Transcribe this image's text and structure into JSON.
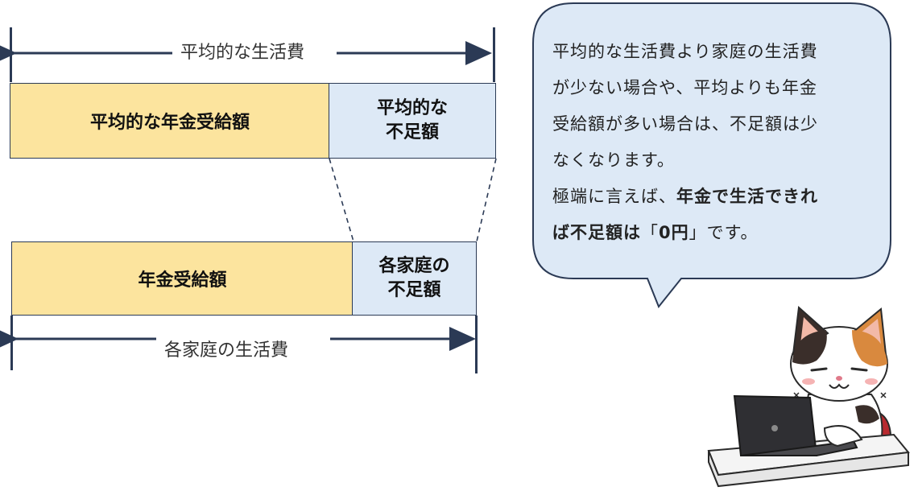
{
  "diagram": {
    "top_span_label": "平均的な生活費",
    "average_pension_label": "平均的な年金受給額",
    "average_shortfall_label_line1": "平均的な",
    "average_shortfall_label_line2": "不足額",
    "household_pension_label": "年金受給額",
    "household_shortfall_label_line1": "各家庭の",
    "household_shortfall_label_line2": "不足額",
    "bottom_span_label": "各家庭の生活費"
  },
  "speech_bubble": {
    "line1": "平均的な生活費より家庭の生活費",
    "line2": "が少ない場合や、平均よりも年金",
    "line3": "受給額が多い場合は、不足額は少",
    "line4": "なくなります。",
    "line5_prefix": "極端に言えば、",
    "line5_bold": "年金で生活できれ",
    "line6_bold": "ば不足額は",
    "line6_quote_open": "「",
    "line6_bold_value": "0円",
    "line6_quote_close": "」",
    "line6_suffix": "です。"
  },
  "colors": {
    "pension_fill": "#fce49e",
    "shortfall_fill": "#dde9f6",
    "bubble_fill": "#dde9f6",
    "line_color": "#2b3a55"
  },
  "illustration": {
    "icon": "calico-cat-using-laptop-icon"
  }
}
